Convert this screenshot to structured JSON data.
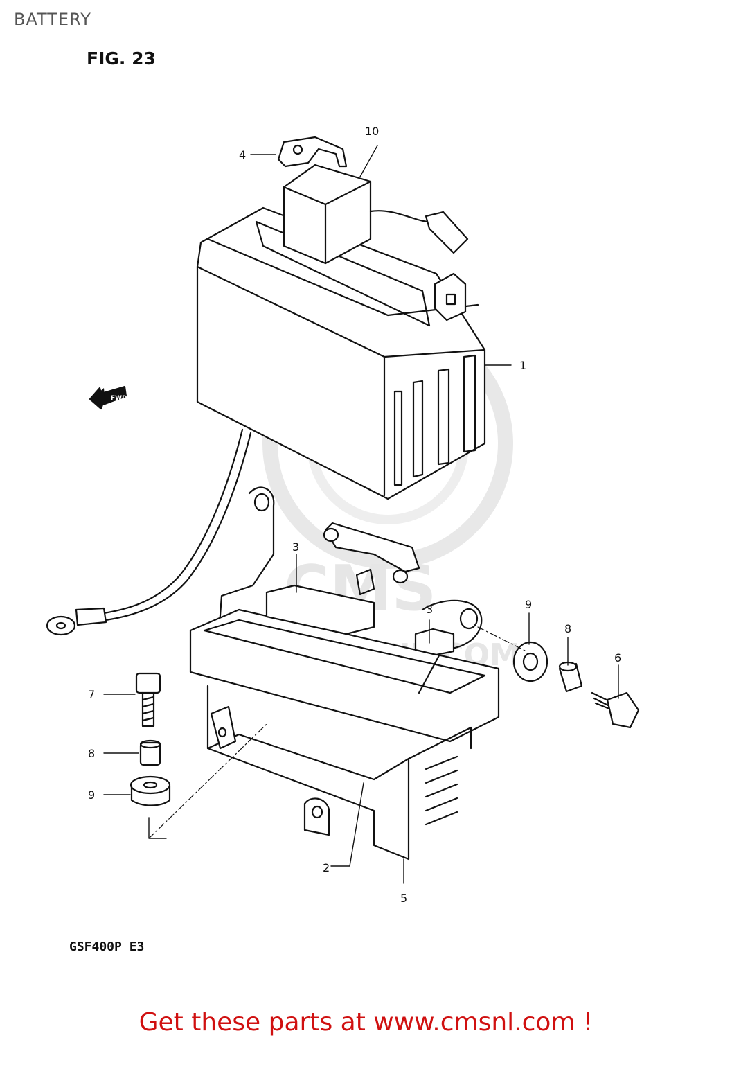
{
  "header": {
    "section_title": "BATTERY",
    "figure_label": "FIG. 23"
  },
  "watermark": {
    "brand": "CMS",
    "url": "WWW.CMSNL.COM"
  },
  "callouts": [
    {
      "number": "1"
    },
    {
      "number": "2"
    },
    {
      "number": "3"
    },
    {
      "number": "3"
    },
    {
      "number": "4"
    },
    {
      "number": "5"
    },
    {
      "number": "6"
    },
    {
      "number": "7"
    },
    {
      "number": "8"
    },
    {
      "number": "8"
    },
    {
      "number": "9"
    },
    {
      "number": "9"
    },
    {
      "number": "10"
    }
  ],
  "direction_tag": "FWD",
  "model_code": "GSF400P  E3",
  "footer": {
    "text": "Get these parts at www.cmsnl.com !",
    "color": "#d01010"
  },
  "colors": {
    "line": "#111111",
    "watermark": "#e6e6e6"
  }
}
